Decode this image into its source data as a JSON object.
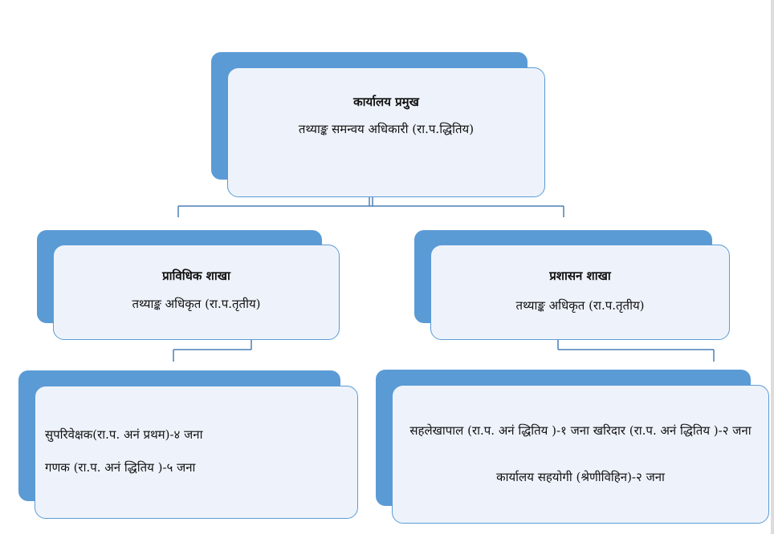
{
  "colors": {
    "accent": "#5b9bd5",
    "card_fill": "#eef3fb",
    "connector": "#4a7fb5"
  },
  "top": {
    "title": "कार्यालय प्रमुख",
    "subtitle": "तथ्याङ्क समन्वय अधिकारी (रा.प.द्धितिय)"
  },
  "technical": {
    "title": "प्राविधिक शाखा",
    "subtitle": "तथ्याङ्क अधिकृत (रा.प.तृतीय)",
    "staff": [
      "सुपरिवेक्षक(रा.प. अनं प्रथम)-४ जना",
      "गणक (रा.प. अनं द्धितिय )-५ जना"
    ]
  },
  "admin": {
    "title": "प्रशासन शाखा",
    "subtitle": "तथ्याङ्क अधिकृत (रा.प.तृतीय)",
    "staff": [
      "सहलेखापाल (रा.प. अनं द्धितिय )-१ जना खरिदार (रा.प. अनं द्धितिय )-२ जना",
      "कार्यालय सहयोगी (श्रेणीविहिन)-२ जना"
    ]
  }
}
